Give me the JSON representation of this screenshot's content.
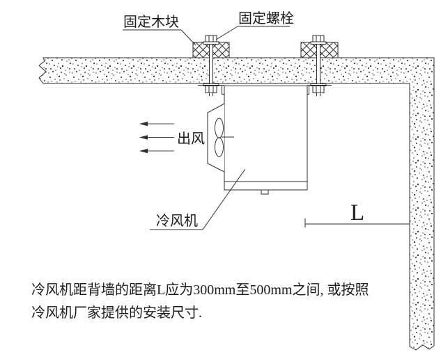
{
  "figure": {
    "callouts": {
      "fixing_block": "固定木块",
      "fixing_bolt": "固定螺栓",
      "air_outlet": "出风",
      "cooler": "冷风机"
    },
    "dimension_label": "L",
    "note_line1": "冷风机距背墙的距离L应为300mm至500mm之间, 或按照",
    "note_line2": "冷风机厂家提供的安装尺寸.",
    "colors": {
      "line": "#2e2e2e",
      "background": "#ffffff"
    }
  }
}
